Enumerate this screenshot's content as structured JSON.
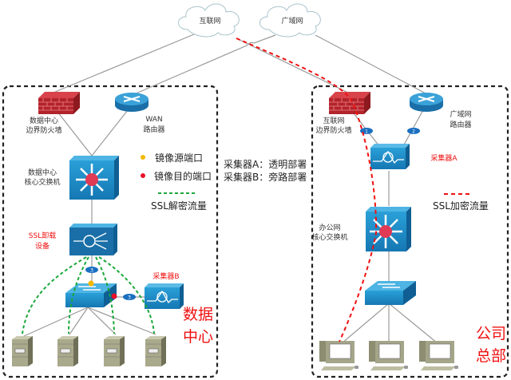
{
  "clouds": {
    "internet": "互联网",
    "wan": "广域网"
  },
  "datacenter": {
    "firewall_label": [
      "数据中心",
      "边界防火墙"
    ],
    "router_label": [
      "WAN",
      "路由器"
    ],
    "core_switch_label": [
      "数据中心",
      "核心交换机"
    ],
    "ssl_device_label": [
      "SSL卸载",
      "设备"
    ],
    "collector_b_label": "采集器B",
    "port_badges": [
      "3",
      "3"
    ],
    "zone_label": [
      "数据",
      "中心"
    ]
  },
  "office": {
    "firewall_label": [
      "互联网",
      "边界防火墙"
    ],
    "router_label": [
      "广域网",
      "路由器"
    ],
    "port_badges": [
      "1",
      "2"
    ],
    "collector_a_label": "采集器A",
    "core_switch_label": [
      "办公网",
      "核心交换机"
    ],
    "zone_label": [
      "公司",
      "总部"
    ]
  },
  "legend": {
    "mirror_source": "镜像源端口",
    "mirror_dest": "镜像目的端口",
    "ssl_decrypted": "SSL解密流量",
    "ssl_encrypted": "SSL加密流量",
    "colors": {
      "mirror_source": "#f5b800",
      "mirror_dest": "#e8102a",
      "ssl_decrypted": "#1aa83a",
      "ssl_encrypted": "#f01010"
    }
  },
  "deployment_notes": [
    "采集器A：透明部署",
    "采集器B：旁路部署"
  ]
}
